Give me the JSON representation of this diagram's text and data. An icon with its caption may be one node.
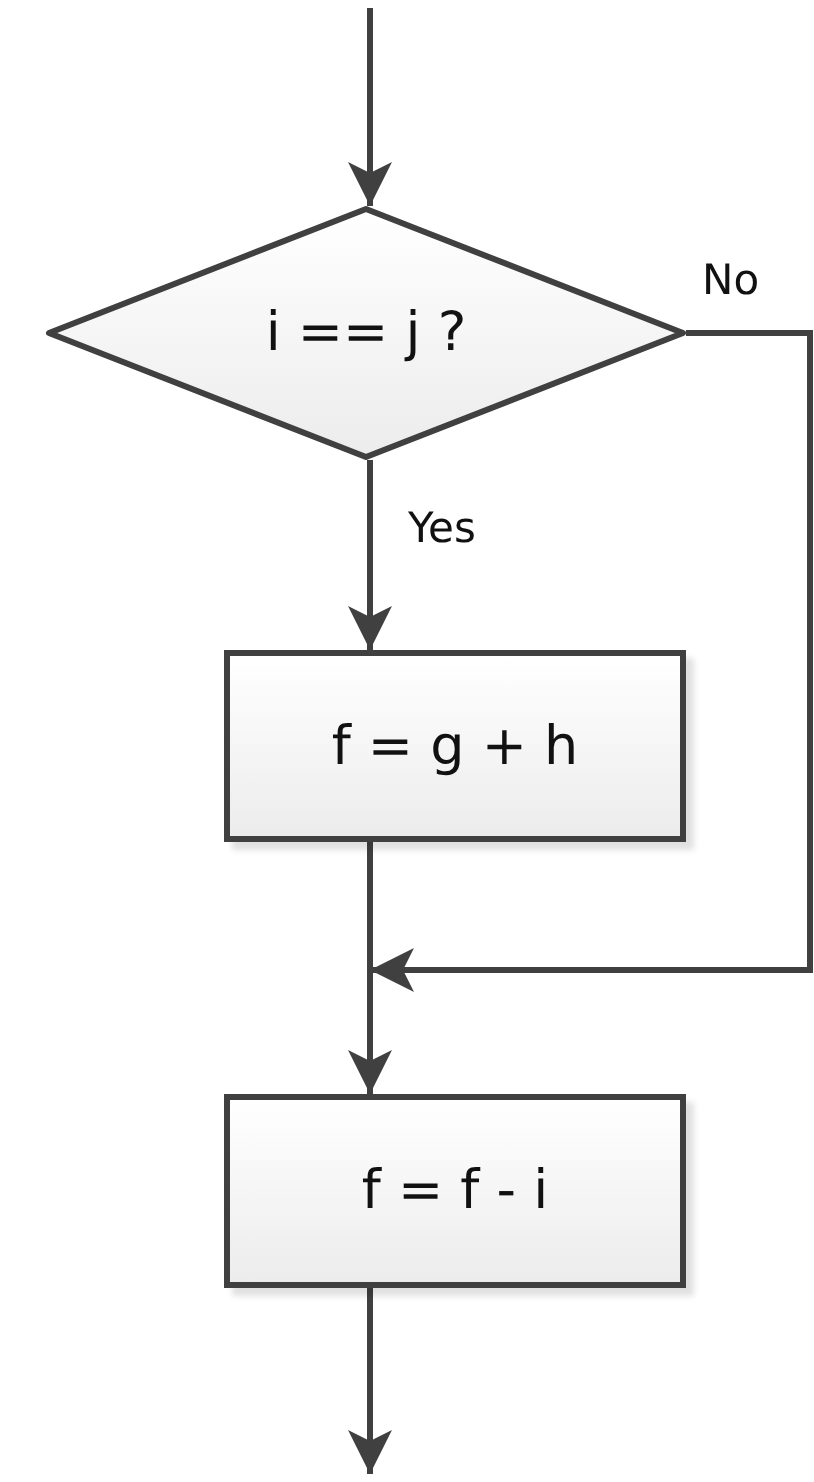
{
  "diagram": {
    "nodes": [
      {
        "text": [
          "i == j ?"
        ]
      },
      {
        "text": [
          "f = g + h"
        ]
      },
      {
        "text": [
          "f = f - i"
        ]
      }
    ],
    "edges": [
      {
        "from": null,
        "to": 0,
        "arrow": "to"
      },
      {
        "from": 0,
        "to": 1,
        "arrow": "to",
        "label": "Yes"
      },
      {
        "from": 1,
        "to": 2,
        "arrow": "to"
      },
      {
        "from": 0,
        "to": 2,
        "arrow": "to",
        "label": "No"
      },
      {
        "from": 2,
        "to": null,
        "arrow": "to"
      }
    ]
  }
}
